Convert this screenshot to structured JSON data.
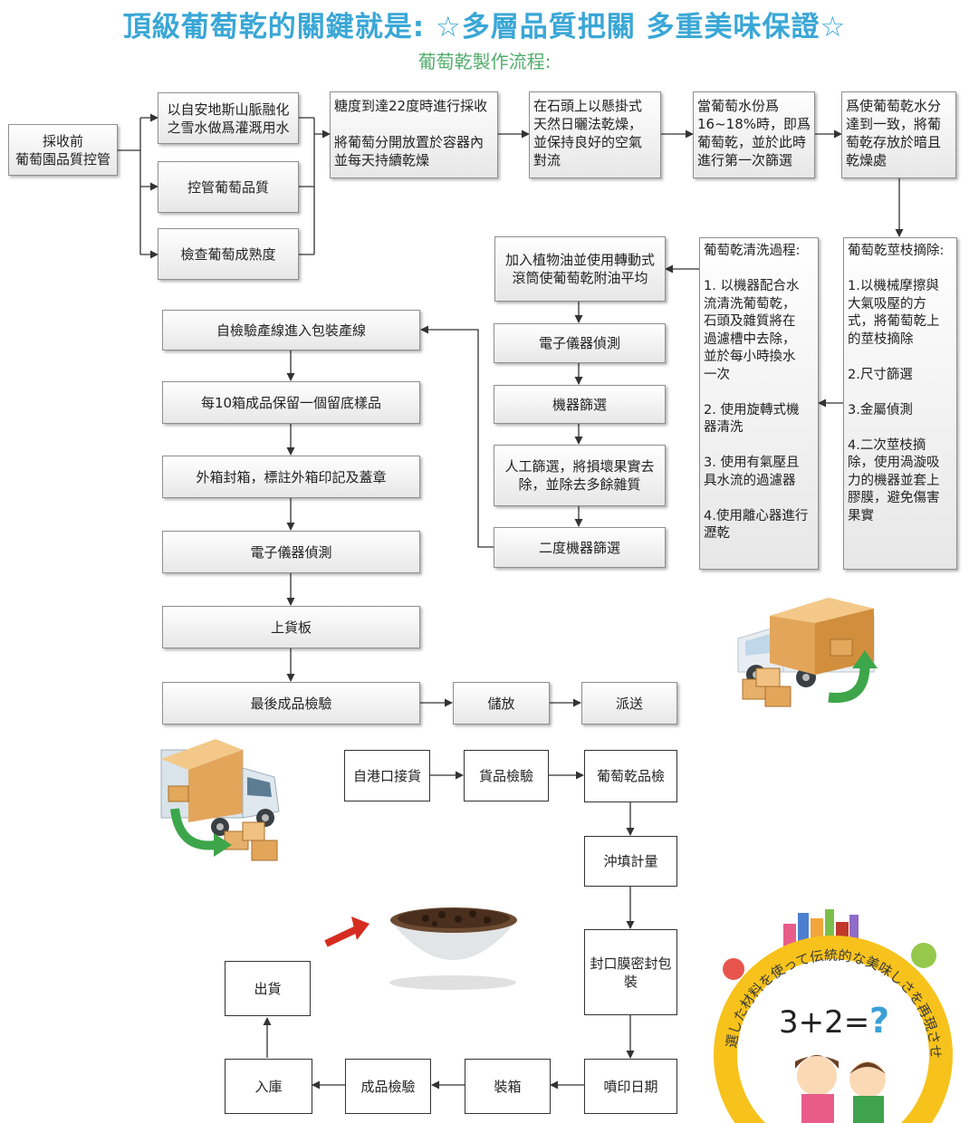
{
  "title": "頂級葡萄乾的關鍵就是: ☆多層品質把關 多重美味保證☆",
  "subtitle": "葡萄乾製作流程:",
  "boxes": {
    "pre_harvest": "採收前\n葡萄園品質控管",
    "snow_water": "以自安地斯山脈融化\n之雪水做爲灌溉用水",
    "control_quality": "控管葡萄品質",
    "check_maturity": "檢查葡萄成熟度",
    "harvest": "糖度到達22度時進行採收\n\n將葡萄分開放置於容器內\n並每天持續乾燥",
    "sun_dry": "在石頭上以懸掛式\n天然日曬法乾燥，\n並保持良好的空氣\n對流",
    "first_screen": "當葡萄水份爲\n16~18%時，即爲\n葡萄乾，並於此時\n進行第一次篩選",
    "storage_dry": "爲使葡萄乾水分\n達到一致，將葡\n萄乾存放於暗且\n乾燥處",
    "stem_removal": "葡萄乾莖枝摘除:\n\n1.以機械摩擦與\n大氣吸壓的方\n式，將葡萄乾上\n的莖枝摘除\n\n2.尺寸篩選\n\n3.金屬偵測\n\n4.二次莖枝摘\n除，使用渦漩吸\n力的機器並套上\n膠膜，避免傷害\n果實",
    "washing": "葡萄乾清洗過程:\n\n1. 以機器配合水\n流清洗葡萄乾，\n石頭及雜質將在\n過濾槽中去除，\n並於每小時換水\n一次\n\n2. 使用旋轉式機\n器清洗\n\n3. 使用有氣壓且\n具水流的過濾器\n\n4.使用離心器進行\n瀝乾",
    "oil": "加入植物油並使用轉動式\n滾筒使葡萄乾附油平均",
    "electronic_detect_1": "電子儀器偵測",
    "machine_screen": "機器篩選",
    "manual_screen": "人工篩選，將損壞果實去\n除，並除去多餘雜質",
    "second_machine": "二度機器篩選",
    "packing_line": "自檢驗產線進入包裝產線",
    "sample": "每10箱成品保留一個留底樣品",
    "seal_box": "外箱封箱，標註外箱印記及蓋章",
    "electronic_detect_2": "電子儀器偵測",
    "pallet": "上貨板",
    "final_inspect": "最後成品檢驗",
    "store": "儲放",
    "dispatch": "派送",
    "port_receive": "自港口接貨",
    "goods_inspect": "貨品檢驗",
    "raisin_inspect": "葡萄乾品檢",
    "fill_weigh": "沖填計量",
    "seal_pack": "封口膜密封包\n裝",
    "print_date": "噴印日期",
    "boxing": "裝箱",
    "product_inspect": "成品檢驗",
    "warehouse": "入庫",
    "ship": "出貨"
  },
  "badge": {
    "slogan": "選した材料を使って伝統的な美味しさを再現させます",
    "equation": "3+2="
  },
  "colors": {
    "title": "#3aa7d6",
    "subtitle": "#52ac6c",
    "badge_ring": "#f7c21b",
    "arrow": "#333333"
  }
}
